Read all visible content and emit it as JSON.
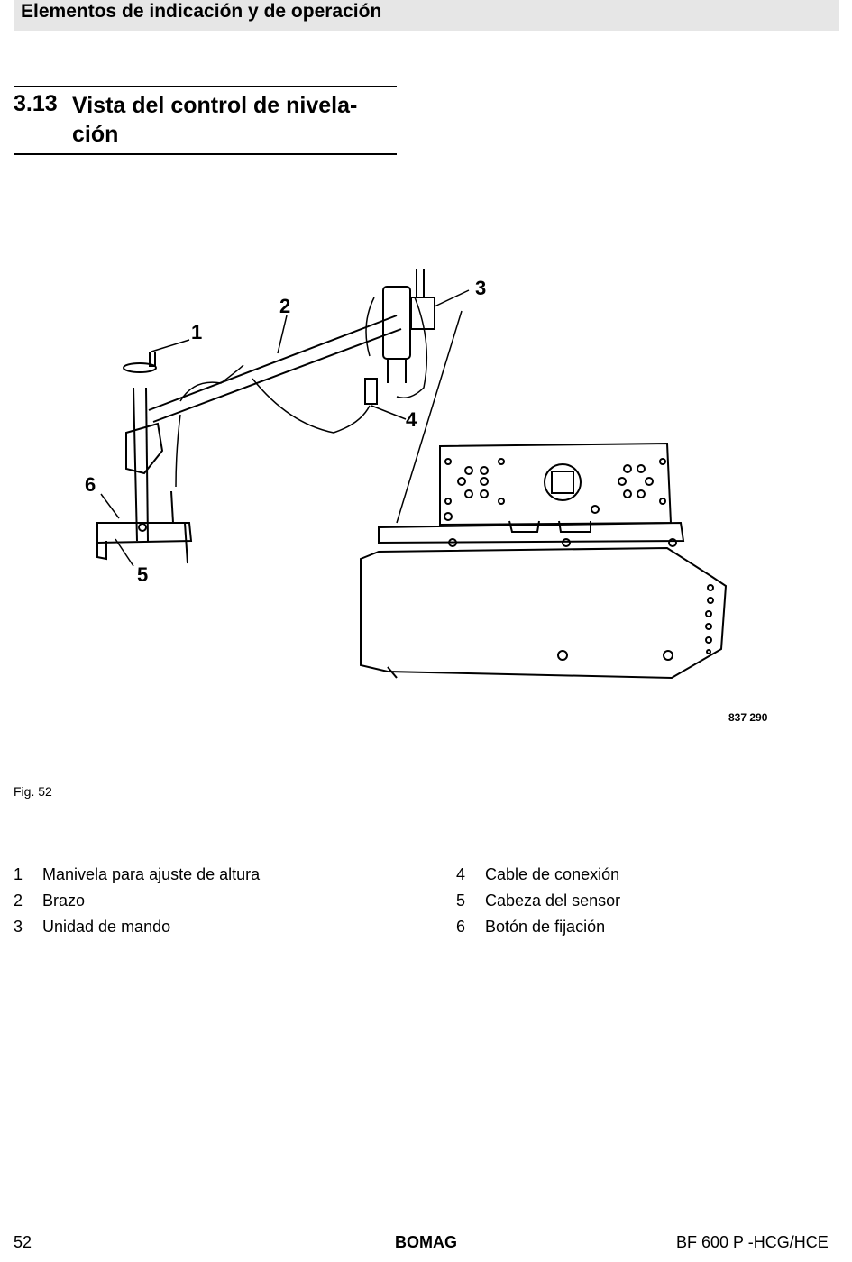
{
  "header": {
    "title": "Elementos de indicación y de operación"
  },
  "section": {
    "number": "3.13",
    "title_line1": "Vista del control de nivela-",
    "title_line2": "ción"
  },
  "figure": {
    "callouts": [
      "1",
      "2",
      "3",
      "4",
      "5",
      "6"
    ],
    "image_number": "837 290",
    "caption": "Fig. 52"
  },
  "legend": {
    "left": [
      {
        "num": "1",
        "text": "Manivela para ajuste de altura"
      },
      {
        "num": "2",
        "text": "Brazo"
      },
      {
        "num": "3",
        "text": "Unidad de mando"
      }
    ],
    "right": [
      {
        "num": "4",
        "text": "Cable de conexión"
      },
      {
        "num": "5",
        "text": "Cabeza del sensor"
      },
      {
        "num": "6",
        "text": "Botón de fijación"
      }
    ]
  },
  "footer": {
    "page": "52",
    "brand": "BOMAG",
    "model": "BF 600 P -HCG/HCE"
  }
}
